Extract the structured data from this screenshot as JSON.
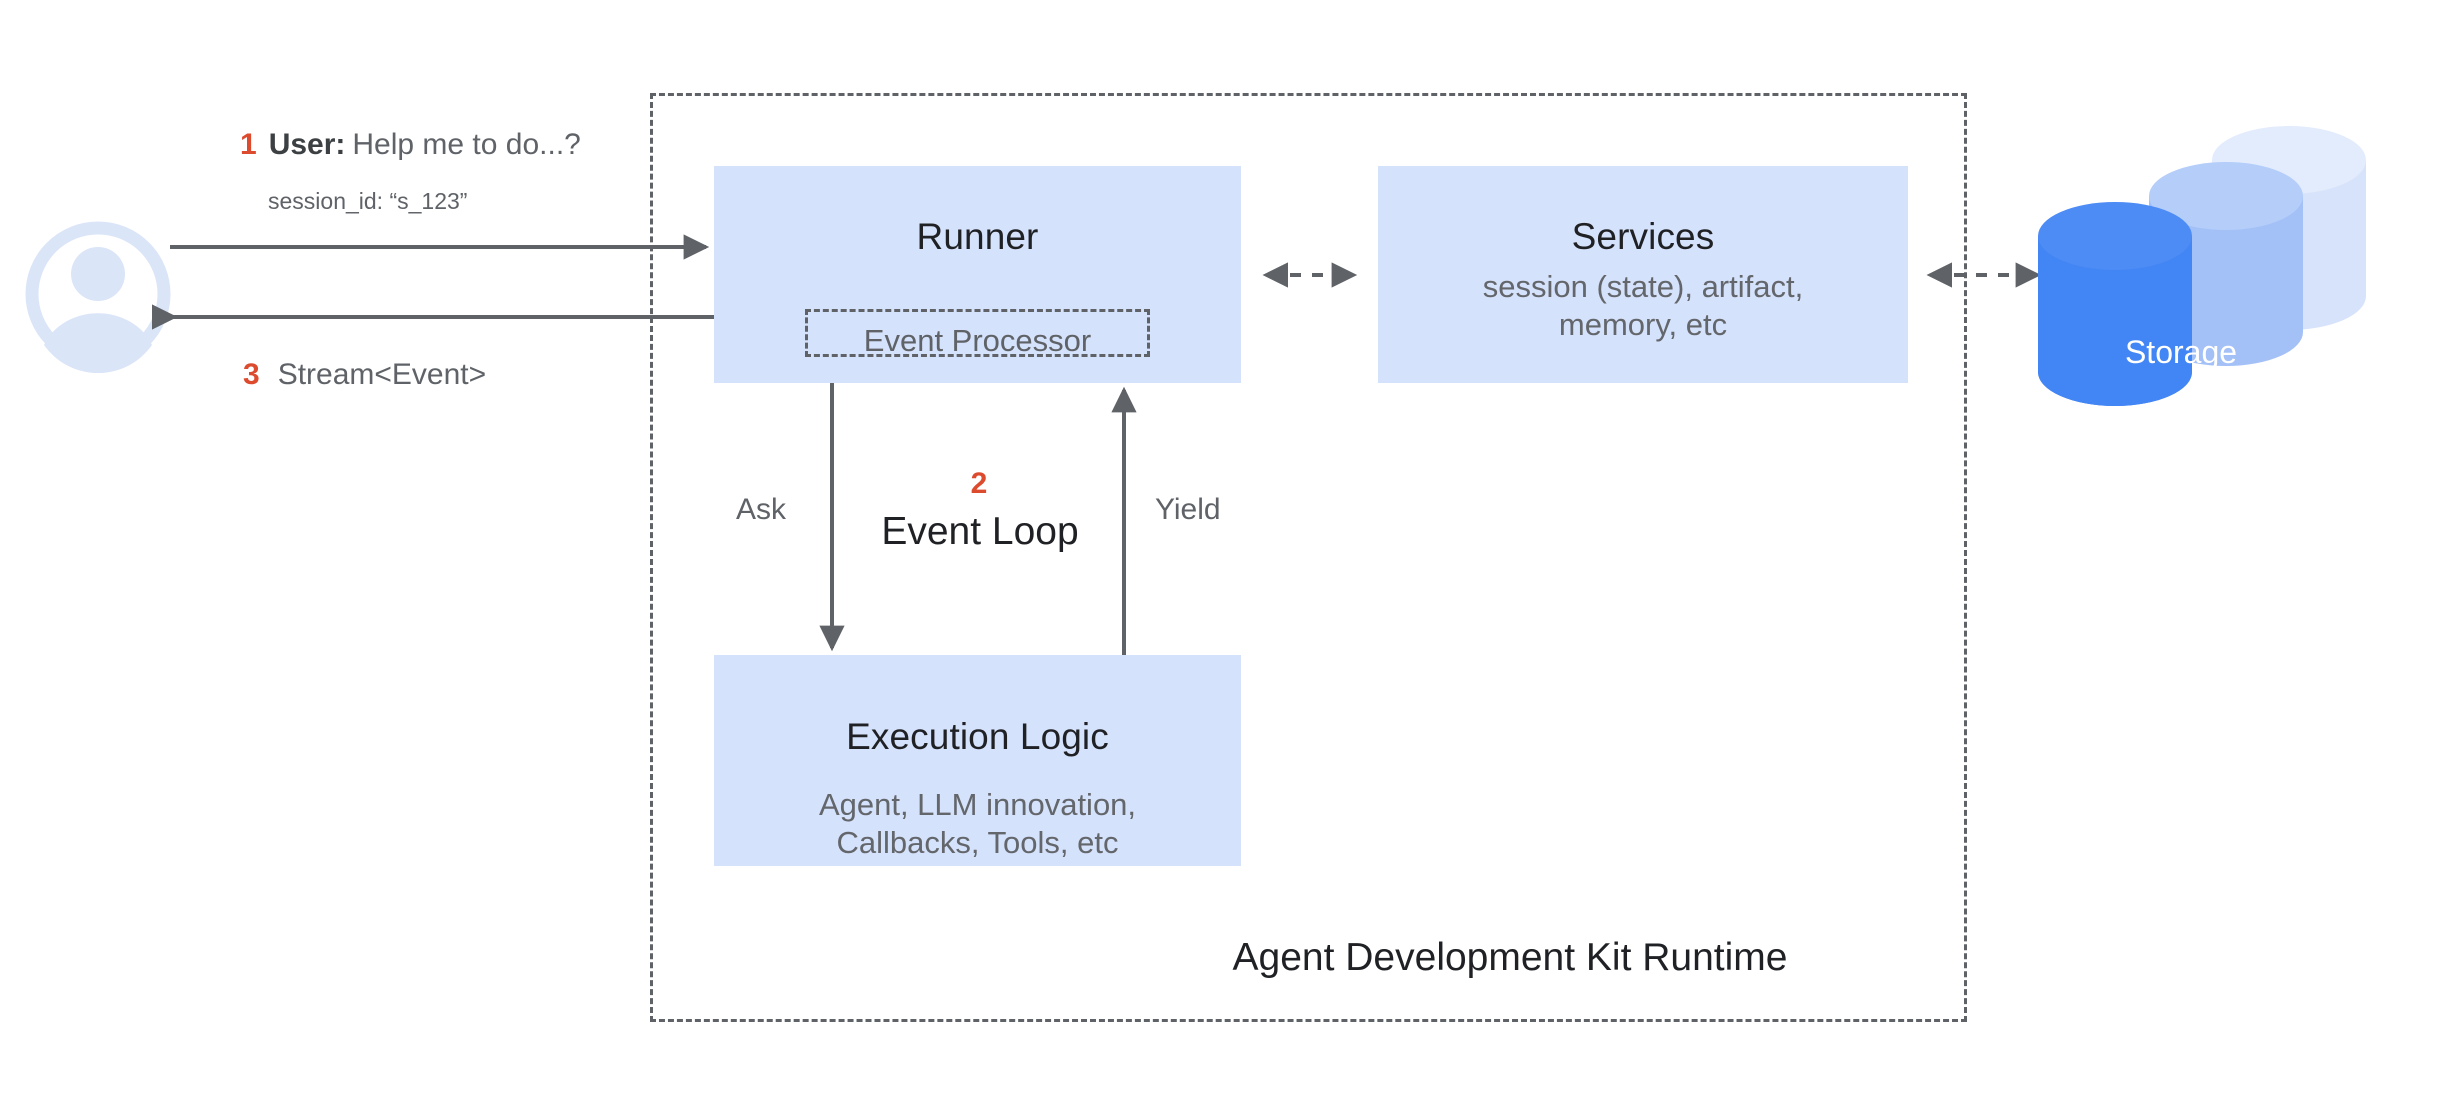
{
  "diagram": {
    "title": "Agent Development Kit Runtime",
    "colors": {
      "box_fill": "#d5e2fb",
      "accent_orange": "#dd4b2f",
      "stroke_gray": "#5f6368",
      "storage_front": "#4285f4",
      "storage_mid": "#a3c0f7",
      "storage_back": "#d7e3fb",
      "avatar": "#dbe5f8",
      "text_dark": "#1f2125",
      "text_gray": "#5f6368"
    }
  },
  "actors": {
    "user": {
      "icon": "user-avatar-icon"
    }
  },
  "messages": {
    "request": {
      "number": "1",
      "speaker": "User:",
      "text": "Help me to do...?",
      "meta": "session_id: “s_123”"
    },
    "response": {
      "number": "3",
      "text": "Stream<Event>"
    }
  },
  "nodes": {
    "runner": {
      "title": "Runner",
      "event_processor": "Event Processor"
    },
    "services": {
      "title": "Services",
      "subtitle": "session (state), artifact,\nmemory, etc",
      "subtitle_line1": "session (state), artifact,",
      "subtitle_line2": "memory, etc"
    },
    "execution_logic": {
      "title": "Execution Logic",
      "subtitle_line1": "Agent, LLM innovation,",
      "subtitle_line2": "Callbacks, Tools, etc"
    },
    "storage": {
      "title": "Storage"
    }
  },
  "event_loop": {
    "number": "2",
    "label": "Event Loop",
    "ask_label": "Ask",
    "yield_label": "Yield"
  },
  "connections": [
    {
      "name": "user-to-runner",
      "style": "solid",
      "arrow": "single"
    },
    {
      "name": "runner-to-user",
      "style": "solid",
      "arrow": "single"
    },
    {
      "name": "runner-to-services",
      "style": "dashed",
      "arrow": "double"
    },
    {
      "name": "services-to-storage",
      "style": "dashed",
      "arrow": "double"
    },
    {
      "name": "runner-to-execution",
      "style": "solid",
      "arrow": "single"
    },
    {
      "name": "execution-to-runner",
      "style": "solid",
      "arrow": "single"
    }
  ]
}
